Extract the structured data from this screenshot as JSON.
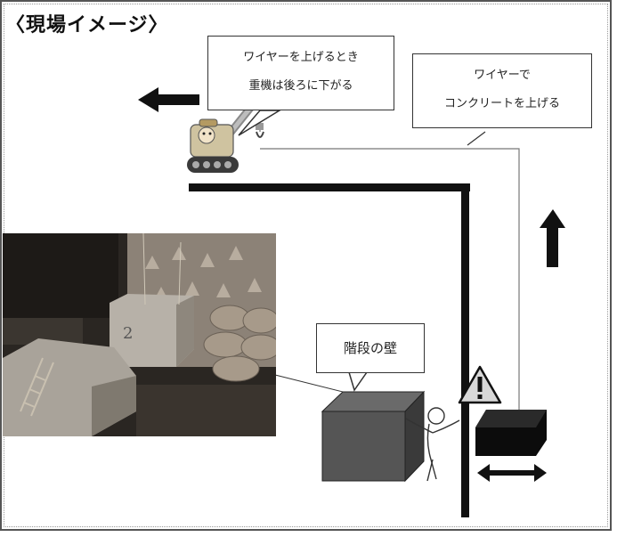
{
  "title": "〈現場イメージ〉",
  "callouts": {
    "crane_note": [
      "ワイヤーを上げるとき",
      "重機は後ろに下がる"
    ],
    "wire_note": [
      "ワイヤーで",
      "コンクリートを上げる"
    ],
    "stairs_wall": "階段の壁"
  },
  "photo_labels": {
    "block_number": "2"
  },
  "icons": {
    "left_arrow": "arrow-left-icon",
    "up_arrow": "arrow-up-icon",
    "double_arrow": "double-arrow-icon",
    "warning": "warning-triangle-icon",
    "crane": "crane-icon",
    "worker": "worker-icon"
  },
  "colors": {
    "arrow": "#111111",
    "block_gray": "#4a4a4a",
    "block_black": "#141414",
    "warning_fill": "#d8d8d8"
  }
}
